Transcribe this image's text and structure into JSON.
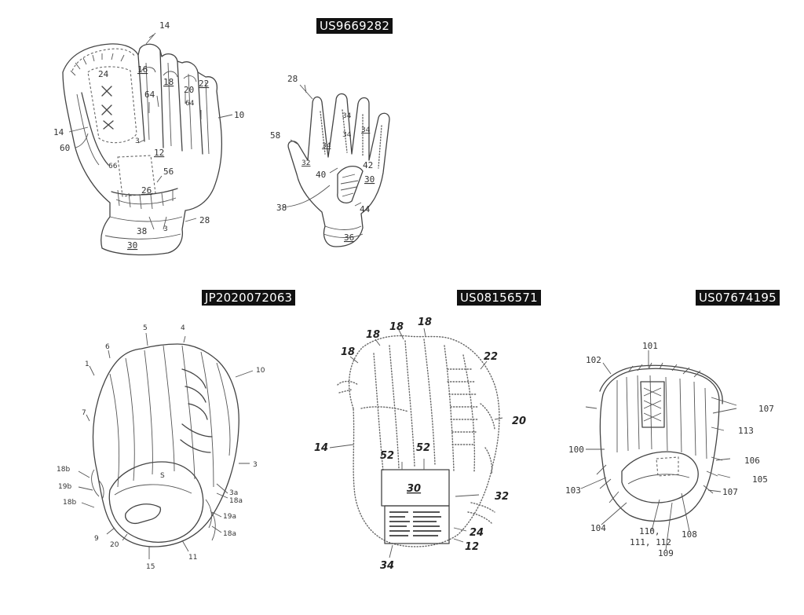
{
  "figures": [
    {
      "id": "fig-us9669282",
      "patent_number": "US9669282",
      "refs": [
        "14",
        "16",
        "18",
        "20",
        "22",
        "24",
        "64",
        "64",
        "10",
        "14",
        "60",
        "3",
        "12",
        "66",
        "56",
        "26",
        "38",
        "3",
        "28",
        "30",
        "28",
        "58",
        "34",
        "34",
        "34",
        "34",
        "32",
        "42",
        "40",
        "30",
        "38",
        "44",
        "36"
      ]
    },
    {
      "id": "fig-jp2020072063",
      "patent_number": "JP2020072063",
      "refs": [
        "4",
        "5",
        "6",
        "1",
        "10",
        "7",
        "3",
        "18b",
        "19b",
        "18b",
        "S",
        "3a",
        "18a",
        "19a",
        "18a",
        "9",
        "20",
        "11",
        "15"
      ]
    },
    {
      "id": "fig-us08156571",
      "patent_number": "US08156571",
      "refs": [
        "18",
        "18",
        "18",
        "18",
        "22",
        "20",
        "14",
        "52",
        "52",
        "30",
        "32",
        "24",
        "12",
        "34"
      ]
    },
    {
      "id": "fig-us07674195",
      "patent_number": "US07674195",
      "refs": [
        "101",
        "102",
        "107",
        "113",
        "100",
        "106",
        "105",
        "103",
        "107",
        "104",
        "110,",
        "111, 112",
        "108",
        "109"
      ]
    }
  ]
}
